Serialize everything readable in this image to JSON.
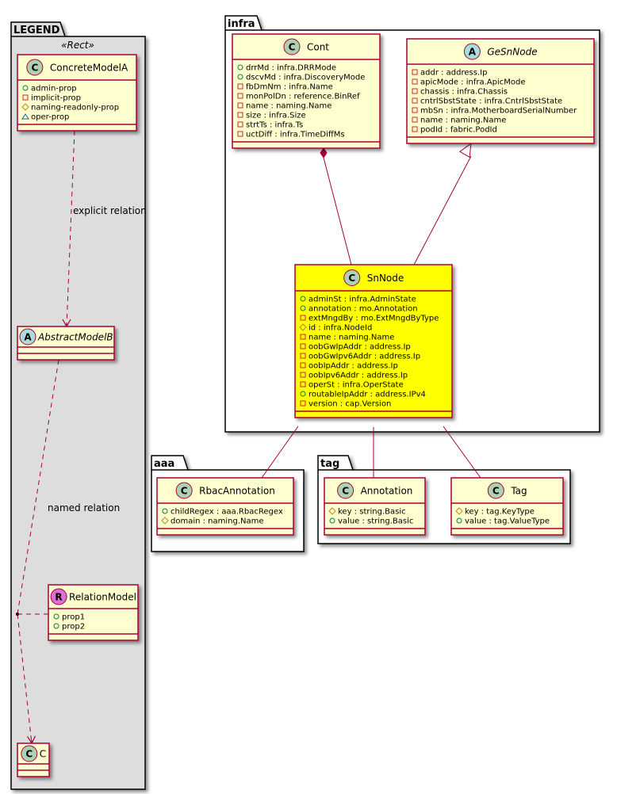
{
  "colors": {
    "class_fill": "#FEFECE",
    "class_border": "#A80036",
    "highlight_fill": "#FFFF00",
    "legend_bg": "#DDDDDD",
    "class_icon_fill": "#ADD1B2",
    "abstract_icon_fill": "#A9DCDF",
    "relation_icon_fill": "#DA70D6",
    "public_marker": "#038048",
    "private_marker": "#C82930",
    "protected_marker": "#B38D22",
    "package_marker": "#1963A0"
  },
  "packages": {
    "legend": {
      "title": "LEGEND",
      "stereotype": "«Rect»"
    },
    "infra": {
      "title": "infra"
    },
    "aaa": {
      "title": "aaa"
    },
    "tag": {
      "title": "tag"
    }
  },
  "classes": {
    "concreteModelA": {
      "name": "ConcreteModelA",
      "kind": "C",
      "abstract": false,
      "attrs": [
        {
          "vis": "public",
          "text": "admin-prop"
        },
        {
          "vis": "private",
          "text": "implicit-prop"
        },
        {
          "vis": "protected",
          "text": "naming-readonly-prop"
        },
        {
          "vis": "package",
          "text": "oper-prop"
        }
      ]
    },
    "abstractModelB": {
      "name": "AbstractModelB",
      "kind": "A",
      "abstract": true,
      "attrs": []
    },
    "relationModel": {
      "name": "RelationModel",
      "kind": "R",
      "abstract": false,
      "attrs": [
        {
          "vis": "public",
          "text": "prop1"
        },
        {
          "vis": "public",
          "text": "prop2"
        }
      ]
    },
    "c": {
      "name": "C",
      "kind": "C",
      "abstract": false,
      "attrs": []
    },
    "cont": {
      "name": "Cont",
      "kind": "C",
      "abstract": false,
      "attrs": [
        {
          "vis": "public",
          "text": "drrMd : infra.DRRMode"
        },
        {
          "vis": "public",
          "text": "dscvMd : infra.DiscoveryMode"
        },
        {
          "vis": "private",
          "text": "fbDmNm : infra.Name"
        },
        {
          "vis": "private",
          "text": "monPolDn : reference.BinRef"
        },
        {
          "vis": "private",
          "text": "name : naming.Name"
        },
        {
          "vis": "private",
          "text": "size : infra.Size"
        },
        {
          "vis": "private",
          "text": "strtTs : infra.Ts"
        },
        {
          "vis": "private",
          "text": "uctDiff : infra.TimeDiffMs"
        }
      ]
    },
    "geSnNode": {
      "name": "GeSnNode",
      "kind": "A",
      "abstract": true,
      "attrs": [
        {
          "vis": "private",
          "text": "addr : address.Ip"
        },
        {
          "vis": "private",
          "text": "apicMode : infra.ApicMode"
        },
        {
          "vis": "private",
          "text": "chassis : infra.Chassis"
        },
        {
          "vis": "private",
          "text": "cntrlSbstState : infra.CntrlSbstState"
        },
        {
          "vis": "private",
          "text": "mbSn : infra.MotherboardSerialNumber"
        },
        {
          "vis": "private",
          "text": "name : naming.Name"
        },
        {
          "vis": "private",
          "text": "podId : fabric.PodId"
        }
      ]
    },
    "snNode": {
      "name": "SnNode",
      "kind": "C",
      "abstract": false,
      "highlighted": true,
      "attrs": [
        {
          "vis": "public",
          "text": "adminSt : infra.AdminState"
        },
        {
          "vis": "public",
          "text": "annotation : mo.Annotation"
        },
        {
          "vis": "private",
          "text": "extMngdBy : mo.ExtMngdByType"
        },
        {
          "vis": "protected",
          "text": "id : infra.NodeId"
        },
        {
          "vis": "private",
          "text": "name : naming.Name"
        },
        {
          "vis": "private",
          "text": "oobGwIpAddr : address.Ip"
        },
        {
          "vis": "private",
          "text": "oobGwIpv6Addr : address.Ip"
        },
        {
          "vis": "private",
          "text": "oobIpAddr : address.Ip"
        },
        {
          "vis": "private",
          "text": "oobIpv6Addr : address.Ip"
        },
        {
          "vis": "private",
          "text": "operSt : infra.OperState"
        },
        {
          "vis": "public",
          "text": "routableIpAddr : address.IPv4"
        },
        {
          "vis": "private",
          "text": "version : cap.Version"
        }
      ]
    },
    "rbacAnnotation": {
      "name": "RbacAnnotation",
      "kind": "C",
      "abstract": false,
      "attrs": [
        {
          "vis": "public",
          "text": "childRegex : aaa.RbacRegex"
        },
        {
          "vis": "protected",
          "text": "domain : naming.Name"
        }
      ]
    },
    "annotation": {
      "name": "Annotation",
      "kind": "C",
      "abstract": false,
      "attrs": [
        {
          "vis": "protected",
          "text": "key : string.Basic"
        },
        {
          "vis": "public",
          "text": "value : string.Basic"
        }
      ]
    },
    "tag": {
      "name": "Tag",
      "kind": "C",
      "abstract": false,
      "attrs": [
        {
          "vis": "protected",
          "text": "key : tag.KeyType"
        },
        {
          "vis": "public",
          "text": "value : tag.ValueType"
        }
      ]
    }
  },
  "relations": {
    "explicit_label": "explicit relation",
    "named_label": "named relation",
    "list": [
      {
        "from": "concreteModelA",
        "to": "abstractModelB",
        "type": "dependency"
      },
      {
        "from": "abstractModelB",
        "to": "c",
        "type": "dependency",
        "association_class": "relationModel"
      },
      {
        "from": "cont",
        "to": "snNode",
        "type": "composition"
      },
      {
        "from": "snNode",
        "to": "geSnNode",
        "type": "generalization"
      },
      {
        "from": "snNode",
        "to": "rbacAnnotation",
        "type": "composition"
      },
      {
        "from": "snNode",
        "to": "annotation",
        "type": "composition"
      },
      {
        "from": "snNode",
        "to": "tag",
        "type": "composition"
      }
    ]
  }
}
